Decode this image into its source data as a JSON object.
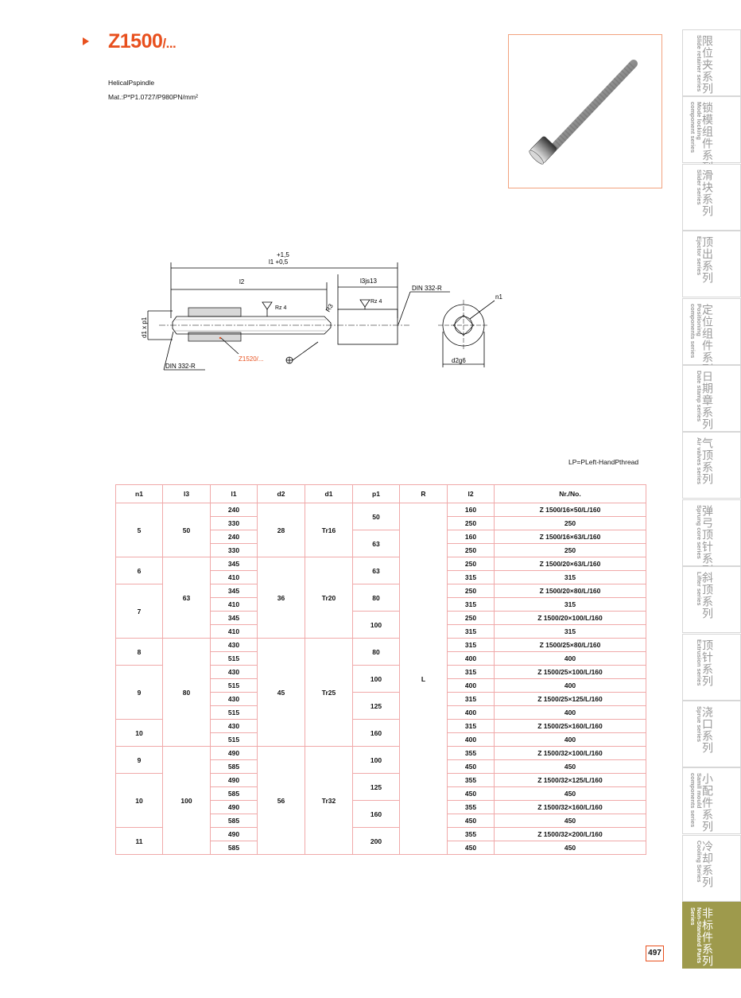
{
  "header": {
    "title": "Z1500",
    "title_suffix": "/...",
    "subtitle_1": "HelicalPspindle",
    "subtitle_2": "Mat.:P*P1.0727/P980PN/mm²"
  },
  "drawing": {
    "dim_l1_tol": "+1,5",
    "dim_l1": "l1 +0,5",
    "dim_l2": "l2",
    "dim_l3": "l3js13",
    "rz_1": "Rz 4",
    "rz_2": "Rz 4",
    "din_1": "DIN 332-R",
    "din_2": "DIN 332-R",
    "d1p1": "d1 x p1",
    "r": "R3",
    "ref_part": "Z1520/...",
    "n1": "n1",
    "d2": "d2g6"
  },
  "note": "LP=PLeft-HandPthread",
  "table": {
    "headers": [
      "n1",
      "l3",
      "l1",
      "d2",
      "d1",
      "p1",
      "R",
      "l2",
      "Nr./No."
    ],
    "l1": [
      "240",
      "330",
      "240",
      "330",
      "345",
      "410",
      "345",
      "410",
      "345",
      "410",
      "430",
      "515",
      "430",
      "515",
      "430",
      "515",
      "430",
      "515",
      "490",
      "585",
      "490",
      "585",
      "490",
      "585",
      "490",
      "585"
    ],
    "l2": [
      "160",
      "250",
      "160",
      "250",
      "250",
      "315",
      "250",
      "315",
      "250",
      "315",
      "315",
      "400",
      "315",
      "400",
      "315",
      "400",
      "315",
      "400",
      "355",
      "450",
      "355",
      "450",
      "355",
      "450",
      "355",
      "450"
    ],
    "nr": [
      "Z 1500/16×50/L/160",
      "250",
      "Z 1500/16×63/L/160",
      "250",
      "Z 1500/20×63/L/160",
      "315",
      "Z 1500/20×80/L/160",
      "315",
      "Z 1500/20×100/L/160",
      "315",
      "Z 1500/25×80/L/160",
      "400",
      "Z 1500/25×100/L/160",
      "400",
      "Z 1500/25×125/L/160",
      "400",
      "Z 1500/25×160/L/160",
      "400",
      "Z 1500/32×100/L/160",
      "450",
      "Z 1500/32×125/L/160",
      "450",
      "Z 1500/32×160/L/160",
      "450",
      "Z 1500/32×200/L/160",
      "450"
    ],
    "n1": [
      "5",
      "6",
      "7",
      "8",
      "9",
      "10",
      "9",
      "10",
      "11"
    ],
    "l3": [
      "50",
      "63",
      "80",
      "100"
    ],
    "d2": [
      "28",
      "36",
      "45",
      "56"
    ],
    "d1": [
      "Tr16",
      "Tr20",
      "Tr25",
      "Tr32"
    ],
    "p1": [
      "50",
      "63",
      "63",
      "80",
      "100",
      "80",
      "100",
      "125",
      "160",
      "100",
      "125",
      "160",
      "200"
    ],
    "r": "L"
  },
  "sidebar": [
    {
      "cn": "限位夹系列",
      "en": "Slide retainer series"
    },
    {
      "cn": "锁模组件系列",
      "en": "Mode locking component series"
    },
    {
      "cn": "滑块系列",
      "en": "Slider series"
    },
    {
      "cn": "顶出系列",
      "en": "Ejector series"
    },
    {
      "cn": "定位组件系列",
      "en": "Positioning components series"
    },
    {
      "cn": "日期章系列",
      "en": "Date stamp series"
    },
    {
      "cn": "气顶系列",
      "en": "Air valves series"
    },
    {
      "cn": "弹弓顶针系列",
      "en": "Sprung core series"
    },
    {
      "cn": "斜顶系列",
      "en": "Lifter series"
    },
    {
      "cn": "顶针系列",
      "en": "Extrusion series"
    },
    {
      "cn": "浇口系列",
      "en": "Sprue series"
    },
    {
      "cn": "小配件系列",
      "en": "Samll mould components series"
    },
    {
      "cn": "冷却系列",
      "en": "Cooling Series"
    },
    {
      "cn": "非标件系列",
      "en": "Non-Standard Parts Series"
    }
  ],
  "page_number": "497",
  "colors": {
    "accent": "#e8501e",
    "table_border": "#f0a9a9",
    "active_tab": "#9e9a4c"
  }
}
